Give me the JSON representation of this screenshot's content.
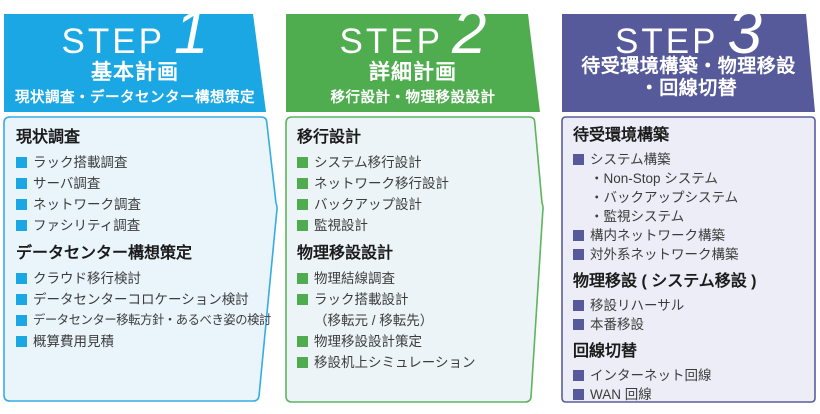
{
  "colors": {
    "step1": "#1BA7E3",
    "step1_border": "#35ACE4",
    "step1_fill": "#EAF4FB",
    "step2": "#4FAD50",
    "step2_border": "#5DB55D",
    "step2_fill": "#EDF4F7",
    "step3": "#56599A",
    "step3_border": "#5A5E9C",
    "step3_fill": "#ECEDF6",
    "header_text": "#FFFFFF",
    "heading_text": "#1B1B1B",
    "item_text": "#3C3C3C"
  },
  "steps": [
    {
      "label": "STEP",
      "number": "1",
      "title": "基本計画",
      "subtitle": "現状調査・データセンター構想策定",
      "sections": [
        {
          "heading": "現状調査",
          "items": [
            {
              "text": "ラック搭載調査"
            },
            {
              "text": "サーバ調査"
            },
            {
              "text": "ネットワーク調査"
            },
            {
              "text": "ファシリティ調査"
            }
          ]
        },
        {
          "heading": "データセンター構想策定",
          "items": [
            {
              "text": "クラウド移行検討"
            },
            {
              "text": "データセンターコロケーション検討"
            },
            {
              "text": "データセンター移転方針・あるべき姿の検討"
            },
            {
              "text": "概算費用見積"
            }
          ]
        }
      ]
    },
    {
      "label": "STEP",
      "number": "2",
      "title": "詳細計画",
      "subtitle": "移行設計・物理移設設計",
      "sections": [
        {
          "heading": "移行設計",
          "items": [
            {
              "text": "システム移行設計"
            },
            {
              "text": "ネットワーク移行設計"
            },
            {
              "text": "バックアップ設計"
            },
            {
              "text": "監視設計"
            }
          ]
        },
        {
          "heading": "物理移設設計",
          "items": [
            {
              "text": "物理結線調査"
            },
            {
              "text": "ラック搭載設計",
              "note": "（移転元 / 移転先）"
            },
            {
              "text": "物理移設設計策定"
            },
            {
              "text": "移設机上シミュレーション"
            }
          ]
        }
      ]
    },
    {
      "label": "STEP",
      "number": "3",
      "title_lines": [
        "待受環境構築・物理移設",
        "・回線切替"
      ],
      "sections": [
        {
          "heading": "待受環境構築",
          "items": [
            {
              "text": "システム構築",
              "subitems": [
                "・Non-Stop システム",
                "・バックアップシステム",
                "・監視システム"
              ]
            },
            {
              "text": "構内ネットワーク構築"
            },
            {
              "text": "対外系ネットワーク構築"
            }
          ]
        },
        {
          "heading": "物理移設 ( システム移設 )",
          "items": [
            {
              "text": "移設リハーサル"
            },
            {
              "text": "本番移設"
            }
          ]
        },
        {
          "heading": "回線切替",
          "items": [
            {
              "text": "インターネット回線"
            },
            {
              "text": "WAN 回線"
            }
          ]
        }
      ]
    }
  ]
}
